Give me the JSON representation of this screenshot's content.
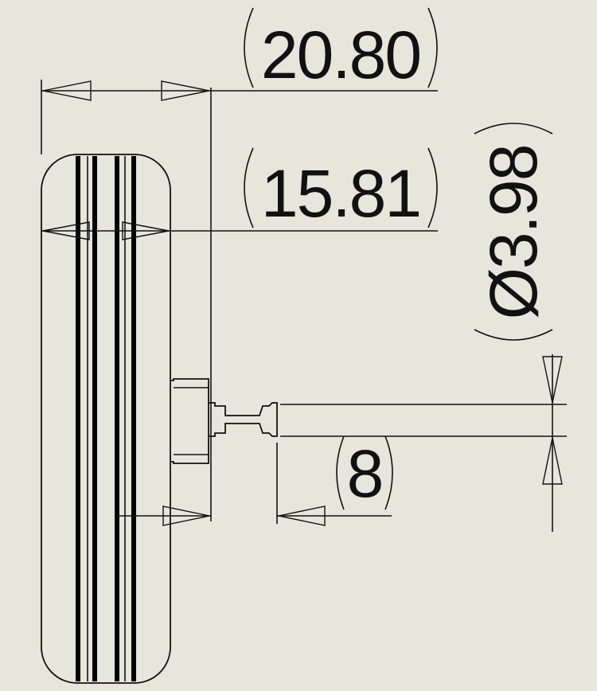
{
  "colors": {
    "background": "#e6e6dc",
    "line": "#111111"
  },
  "dimensions": {
    "overall_width": "20.80",
    "tire_width": "15.81",
    "axle_length": "8",
    "axle_diameter_symbol": "Ø",
    "axle_diameter": "3.98"
  }
}
